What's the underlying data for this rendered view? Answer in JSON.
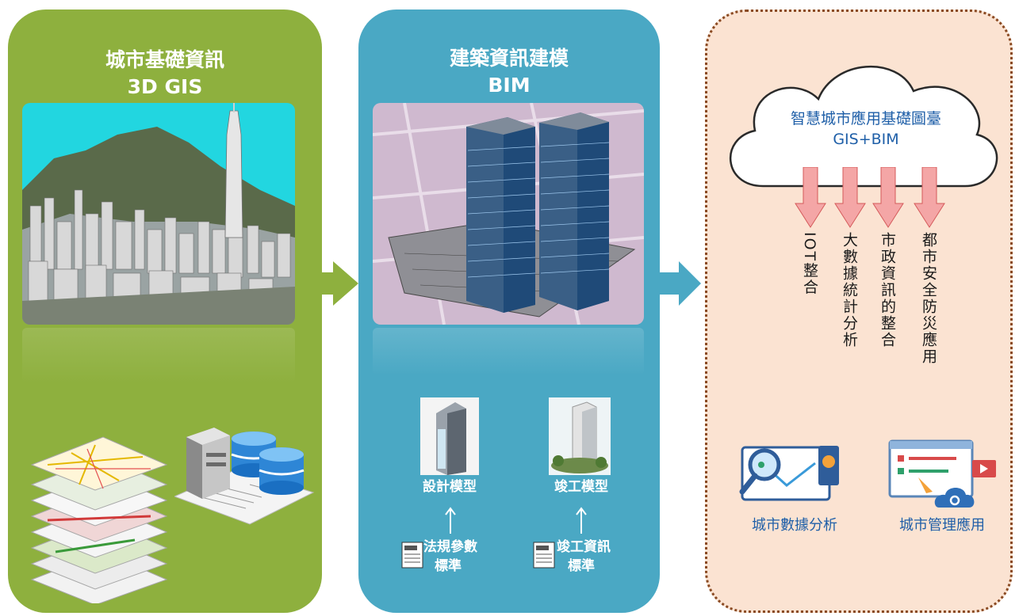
{
  "gis_panel": {
    "title": "城市基礎資訊",
    "subtitle": "3D GIS"
  },
  "bim_panel": {
    "title": "建築資訊建模",
    "subtitle": "BIM",
    "design_model": "設計模型",
    "completion_model": "竣工模型",
    "regulation_line1": "法規參數",
    "regulation_line2": "標準",
    "completion_info_line1": "竣工資訊",
    "completion_info_line2": "標準"
  },
  "smart_panel": {
    "cloud_line1": "智慧城市應用基礎圖臺",
    "cloud_line2": "GIS+BIM",
    "outputs": [
      "IOT整合",
      "大數據統計分析",
      "市政資訊的整合",
      "都市安全防災應用"
    ],
    "apps": [
      "城市數據分析",
      "城市管理應用"
    ]
  },
  "colors": {
    "gis": "#8eb03e",
    "bim": "#4aa8c4",
    "smart_bg": "#fbe3d2",
    "border": "#8a4a22",
    "arrow_pink": "#f4a6a6",
    "label_blue": "#1f5fa8"
  }
}
